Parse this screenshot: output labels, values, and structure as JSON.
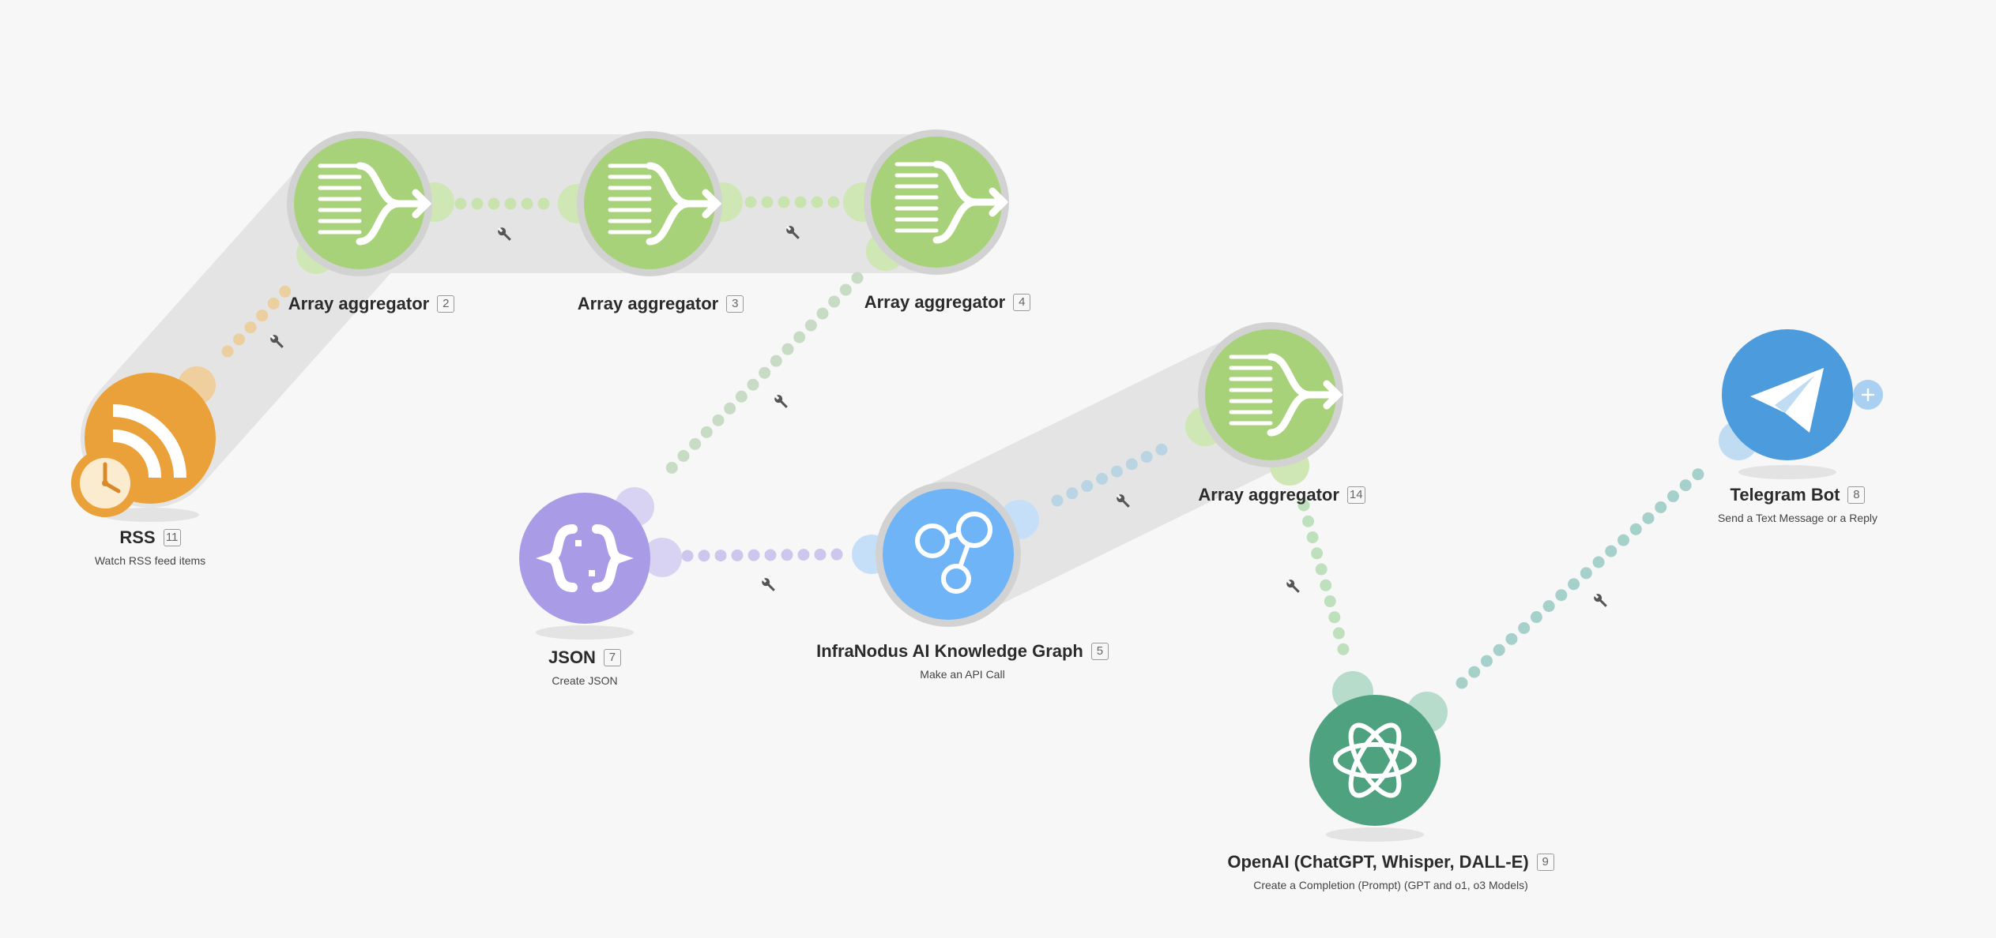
{
  "scenario": {
    "modules": [
      {
        "id": "rss",
        "title": "RSS",
        "number": "11",
        "subtitle": "Watch RSS feed items",
        "color": "#eba13a",
        "icon": "rss-icon"
      },
      {
        "id": "agg2",
        "title": "Array aggregator",
        "number": "2",
        "subtitle": "",
        "color": "#a8d27a",
        "icon": "array-aggregator-icon"
      },
      {
        "id": "agg3",
        "title": "Array aggregator",
        "number": "3",
        "subtitle": "",
        "color": "#a8d27a",
        "icon": "array-aggregator-icon"
      },
      {
        "id": "agg4",
        "title": "Array aggregator",
        "number": "4",
        "subtitle": "",
        "color": "#a8d27a",
        "icon": "array-aggregator-icon"
      },
      {
        "id": "json",
        "title": "JSON",
        "number": "7",
        "subtitle": "Create JSON",
        "color": "#a99be6",
        "icon": "json-braces-icon"
      },
      {
        "id": "infranodus",
        "title": "InfraNodus AI Knowledge Graph",
        "number": "5",
        "subtitle": "Make an API Call",
        "color": "#6fb4f7",
        "icon": "graph-nodes-icon"
      },
      {
        "id": "agg14",
        "title": "Array aggregator",
        "number": "14",
        "subtitle": "",
        "color": "#a8d27a",
        "icon": "array-aggregator-icon"
      },
      {
        "id": "openai",
        "title": "OpenAI (ChatGPT, Whisper, DALL-E)",
        "number": "9",
        "subtitle": "Create a Completion (Prompt) (GPT and o1, o3 Models)",
        "color": "#4fa27f",
        "icon": "openai-logo-icon"
      },
      {
        "id": "telegram",
        "title": "Telegram Bot",
        "number": "8",
        "subtitle": "Send a Text Message or a Reply",
        "color": "#4b9bdd",
        "icon": "telegram-plane-icon"
      }
    ]
  }
}
